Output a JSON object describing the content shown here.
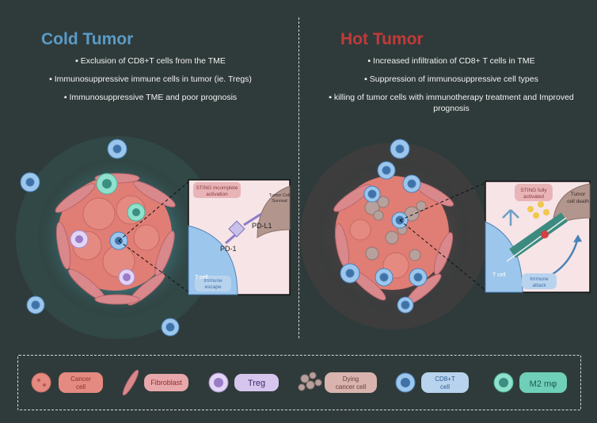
{
  "left": {
    "title": "Cold Tumor",
    "bullets": [
      "Exclusion of CD8+T cells from the TME",
      "Immunosuppressive immune cells in tumor (ie. Tregs)",
      "Immunosuppressive TME and poor prognosis"
    ],
    "inset": {
      "sting_line1": "STING incomplete",
      "sting_line2": "activation",
      "survival_line1": "Tumor Cell",
      "survival_line2": "Survival",
      "pdl1": "PD-L1",
      "pd1": "PD-1",
      "tcell": "T cell",
      "escape_line1": "Immune",
      "escape_line2": "escape"
    }
  },
  "right": {
    "title": "Hot Tumor",
    "bullets": [
      "Increased infiltration of CD8+ T cells in TME",
      "Suppression of immunosuppressive cell types",
      "killing of tumor cells with immunotherapy treatment and Improved",
      "prognosis"
    ],
    "inset": {
      "sting_line1": "STING fully",
      "sting_line2": "activated",
      "death_line1": "Tumor",
      "death_line2": "cell death",
      "tcell": "T cell",
      "attack_line1": "Immune",
      "attack_line2": "attack"
    }
  },
  "legend": {
    "cancer_line1": "Cancer",
    "cancer_line2": "cell",
    "fibroblast": "Fibroblast",
    "treg": "Treg",
    "dying_line1": "Dying",
    "dying_line2": "cancer cell",
    "cd8_line1": "CD8+T",
    "cd8_line2": "cell",
    "m2": "M2 mφ"
  },
  "colors": {
    "background": "#2f3b3a",
    "cold_title": "#5b9bc8",
    "hot_title": "#c23a3a",
    "cancer_cell": "#e58a80",
    "fibroblast": "#d9888c",
    "treg": "#c9b3e6",
    "cd8": "#7fb2e0",
    "m2": "#6fcfb8"
  }
}
